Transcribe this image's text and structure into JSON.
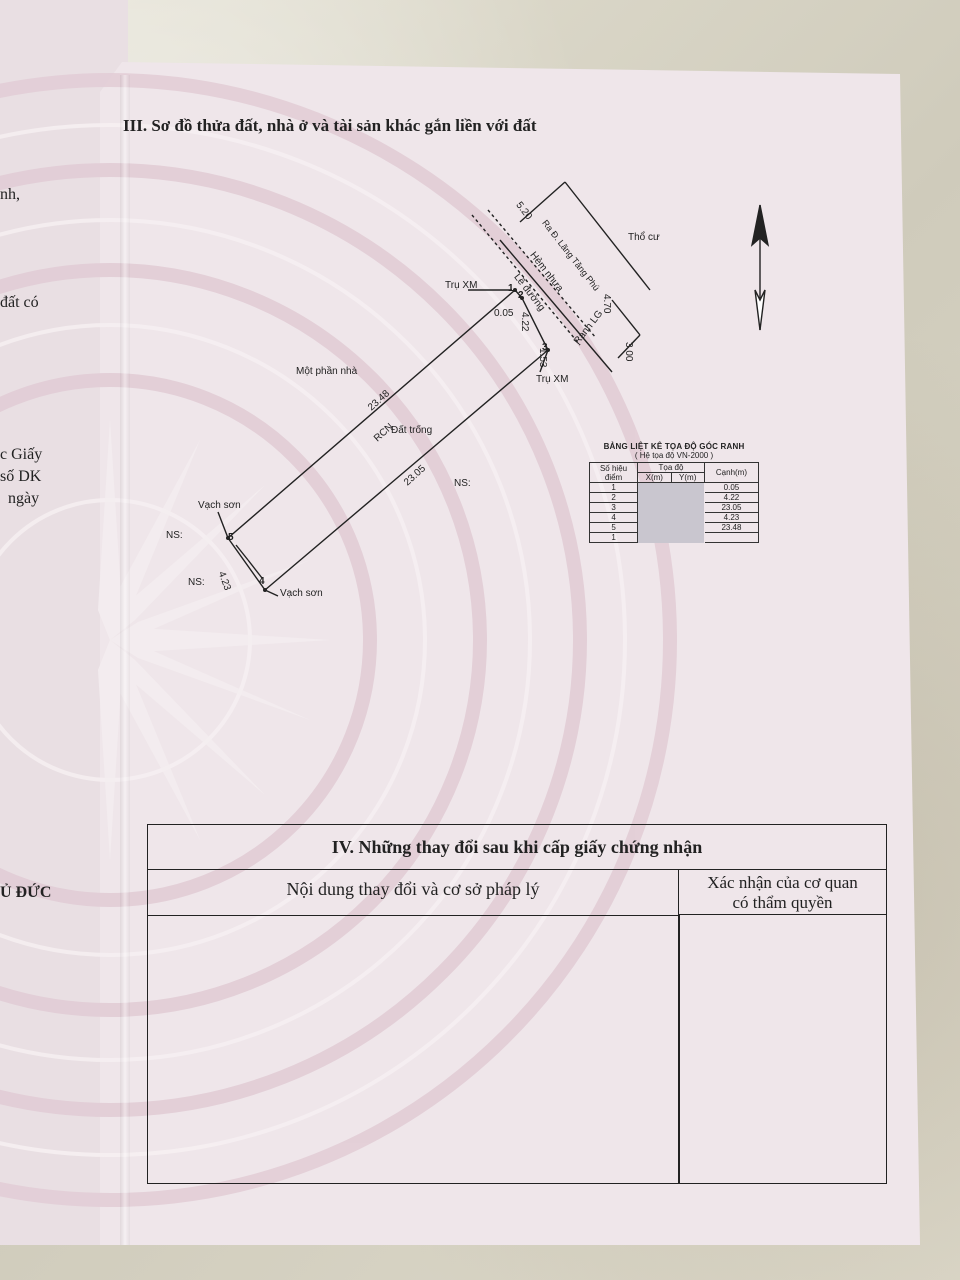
{
  "section3": {
    "title": "III. Sơ đồ thửa đất, nhà ở và tài sản khác gắn liền với đất"
  },
  "left_fragments": [
    "nh,",
    "đất có",
    "c Giấy",
    "số DK",
    "ngày",
    "Ủ ĐỨC"
  ],
  "map": {
    "road_labels": [
      "Ra Đ. Lãng Tăng Phú",
      "Hẻm nhựa",
      "Lề đường"
    ],
    "dimensions": [
      "5.20",
      "4.70",
      "3.00",
      "0.05",
      "4.22",
      "1.53",
      "23.48",
      "23.05",
      "4.23"
    ],
    "neighbors": [
      "Thổ cư",
      "Một phần nhà",
      "RCN",
      "Đất trống",
      "NS:",
      "NS:",
      "NS:",
      "Ranh LG"
    ],
    "markers": [
      "Trụ XM",
      "Trụ XM",
      "Vạch sơn",
      "Vạch sơn"
    ],
    "points": [
      "1",
      "2",
      "3",
      "4",
      "5"
    ]
  },
  "coord_table": {
    "title": "BẢNG LIỆT KÊ TỌA ĐỘ GÓC RANH",
    "subtitle": "( Hệ tọa độ VN-2000 )",
    "headers": {
      "point_1": "Số hiệu",
      "point_2": "điểm",
      "coords": "Tọa độ",
      "x": "X(m)",
      "y": "Y(m)",
      "edge": "Cạnh(m)"
    },
    "rows": [
      {
        "point": "1",
        "edge": "0.05"
      },
      {
        "point": "2",
        "edge": "4.22"
      },
      {
        "point": "3",
        "edge": "23.05"
      },
      {
        "point": "4",
        "edge": "4.23"
      },
      {
        "point": "5",
        "edge": "23.48"
      },
      {
        "point": "1",
        "edge": ""
      }
    ]
  },
  "section4": {
    "title": "IV. Những thay đổi sau khi cấp giấy chứng nhận",
    "col_left": "Nội dung thay đổi và cơ sở pháp lý",
    "col_right_1": "Xác nhận của cơ quan",
    "col_right_2": "có thẩm quyền"
  }
}
